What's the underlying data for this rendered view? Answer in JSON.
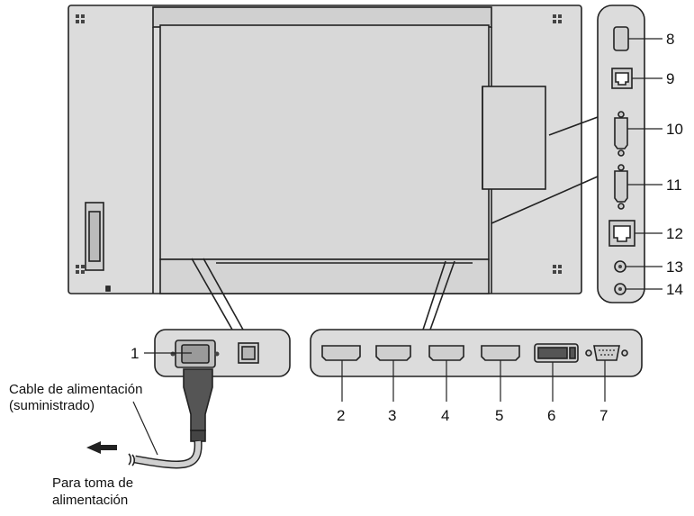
{
  "diagram": {
    "callouts": {
      "c1": "1",
      "c2": "2",
      "c3": "3",
      "c4": "4",
      "c5": "5",
      "c6": "6",
      "c7": "7",
      "c8": "8",
      "c9": "9",
      "c10": "10",
      "c11": "11",
      "c12": "12",
      "c13": "13",
      "c14": "14"
    },
    "cable_label": {
      "line1": "Cable de alimentación",
      "line2": "(suministrado)"
    },
    "outlet_label": {
      "line1": "Para toma de",
      "line2": "alimentación"
    }
  },
  "colors": {
    "fill": "#dcdcdc",
    "stroke": "#222222",
    "dark": "#333333"
  }
}
